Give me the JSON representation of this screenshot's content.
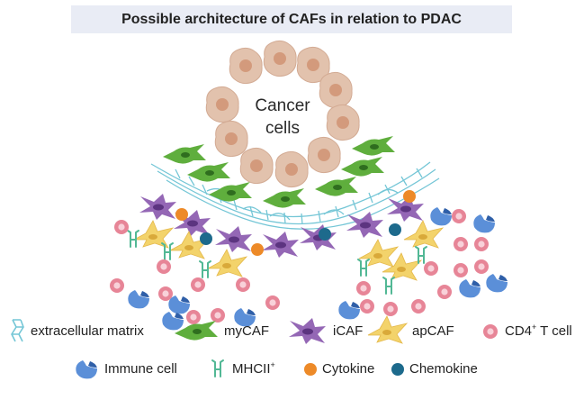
{
  "title": "Possible architecture of CAFs in relation to PDAC",
  "center_label": {
    "line1": "Cancer",
    "line2": "cells"
  },
  "legend": {
    "ecm": "extracellular matrix",
    "mycaf": "myCAF",
    "icaf": "iCAF",
    "apcaf": "apCAF",
    "cd4": "CD4",
    "cd4_sup": "+",
    "cd4_suffix": " T cell",
    "immune": "Immune cell",
    "mhcii": "MHCII",
    "mhcii_sup": "+",
    "cytokine": "Cytokine",
    "chemokine": "Chemokine"
  },
  "colors": {
    "title_bg": "#e9ecf5",
    "cancer_cell": "#e2c2ad",
    "cancer_nucleus": "#d39a7c",
    "mycaf": "#5fae3d",
    "icaf": "#9467b5",
    "apcaf": "#f3d36b",
    "cd4_cell": "#e78597",
    "immune_cell": "#5b8fd8",
    "mhcii": "#52b895",
    "cytokine": "#ed8a28",
    "chemokine": "#1d6a8c",
    "ecm": "#74c6d6"
  }
}
